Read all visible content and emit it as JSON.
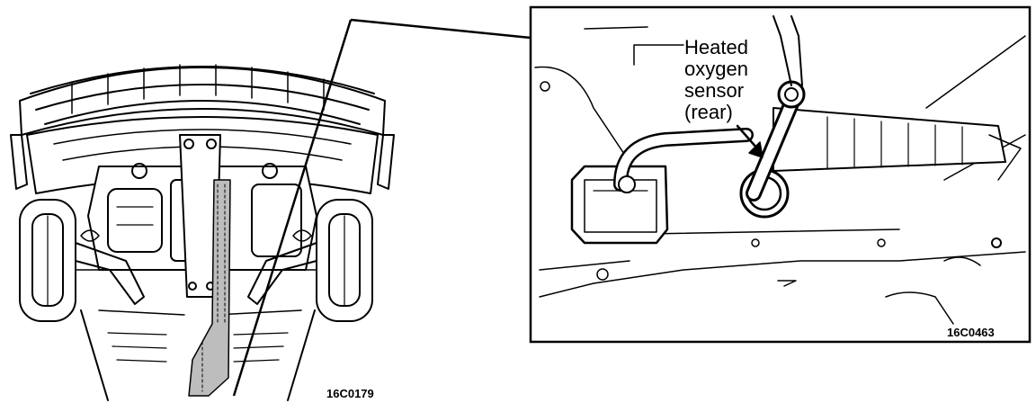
{
  "diagram": {
    "callout_label_lines": [
      "Heated",
      "oxygen",
      "sensor",
      "(rear)"
    ],
    "left_figure_code": "16C0179",
    "right_figure_code": "16C0463"
  }
}
